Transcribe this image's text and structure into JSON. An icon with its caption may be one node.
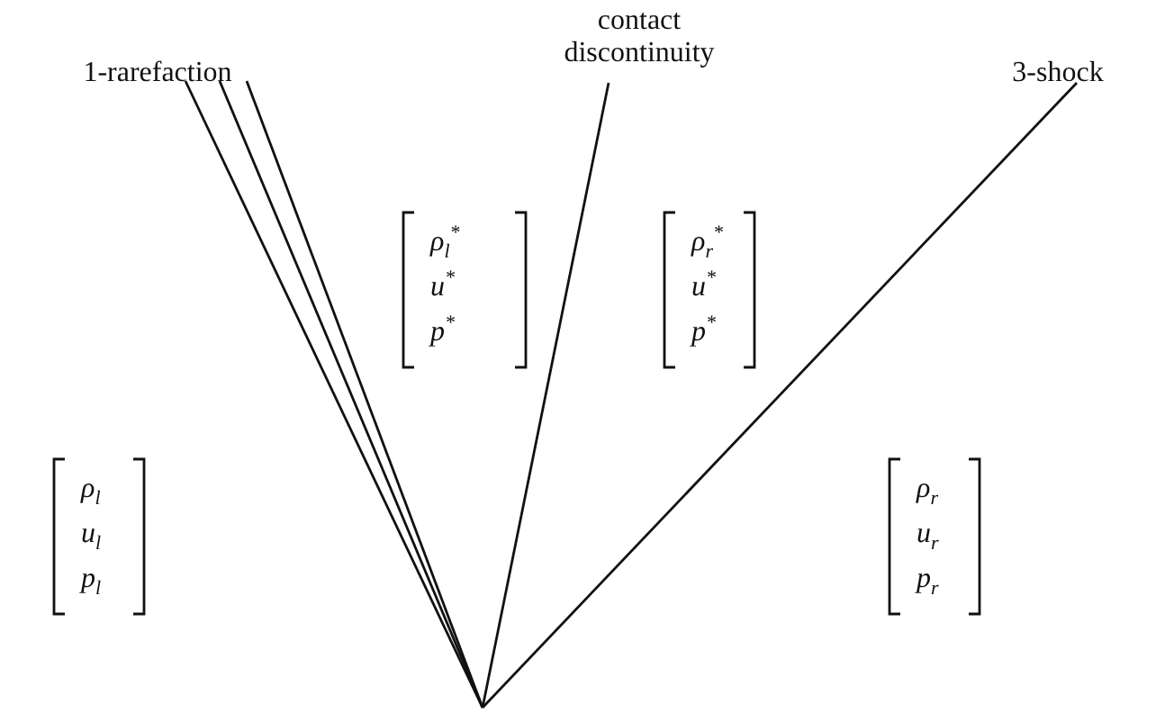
{
  "diagram": {
    "labels": [
      "1-rarefaction",
      "contact discontinuity",
      "3-shock",
      "ρ$_{l}$$^{*}$",
      "u$^{*}$",
      "p$^{*}$",
      "ρ$_{r}$$^{*}$",
      "u$^{*}$",
      "p$^{*}$",
      "ρ$_{l}$",
      "u$_{l}$",
      "p$_{l}$",
      "ρ$_{r}$",
      "u$_{r}$",
      "p$_{r}$"
    ]
  }
}
